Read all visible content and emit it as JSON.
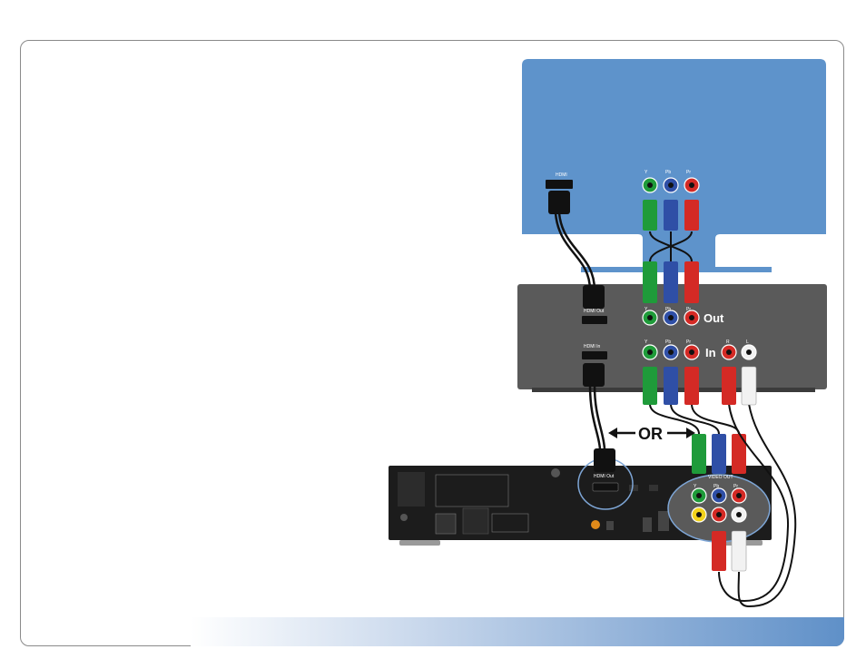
{
  "tv": {
    "hdmi_label": "HDMI",
    "component_labels": [
      "Y",
      "Pb",
      "Pr"
    ]
  },
  "receiver": {
    "hdmi_out_label": "HDMI Out",
    "hdmi_in_label": "HDMI In",
    "out_label": "Out",
    "in_label": "In",
    "component_out_labels": [
      "Y",
      "Pb",
      "Pr"
    ],
    "component_in_labels": [
      "Y",
      "Pb",
      "Pr"
    ],
    "audio_labels": [
      "R",
      "L"
    ]
  },
  "dvr": {
    "hdmi_out_label": "HDMI Out",
    "video_out_label": "VIDEO OUT",
    "component_labels": [
      "Y",
      "Pb",
      "Pr"
    ]
  },
  "connector_text": "OR",
  "colors": {
    "tv_blue": "#5e93cb",
    "receiver_gray": "#5a5a5a",
    "dvr_black": "#1c1c1c",
    "green": "#1f9b3a",
    "blue": "#2f4fa6",
    "red": "#d42a25",
    "white": "#f2f2f2",
    "yellow": "#f2d21b"
  }
}
